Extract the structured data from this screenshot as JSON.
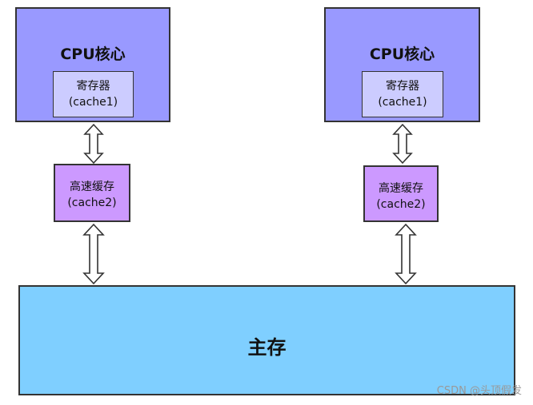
{
  "colors": {
    "cpu_fill": "#9999ff",
    "register_fill": "#ccccff",
    "l2_cache_fill": "#cc99ff",
    "main_memory_fill": "#7fcfff",
    "border": "#333333"
  },
  "cores": [
    {
      "title": "CPU核心",
      "register_line1": "寄存器",
      "register_line2": "(cache1)",
      "l2_line1": "高速缓存",
      "l2_line2": "(cache2)"
    },
    {
      "title": "CPU核心",
      "register_line1": "寄存器",
      "register_line2": "(cache1)",
      "l2_line1": "高速缓存",
      "l2_line2": "(cache2)"
    }
  ],
  "main_memory": {
    "label": "主存"
  },
  "watermark": "CSDN @头顶假发"
}
